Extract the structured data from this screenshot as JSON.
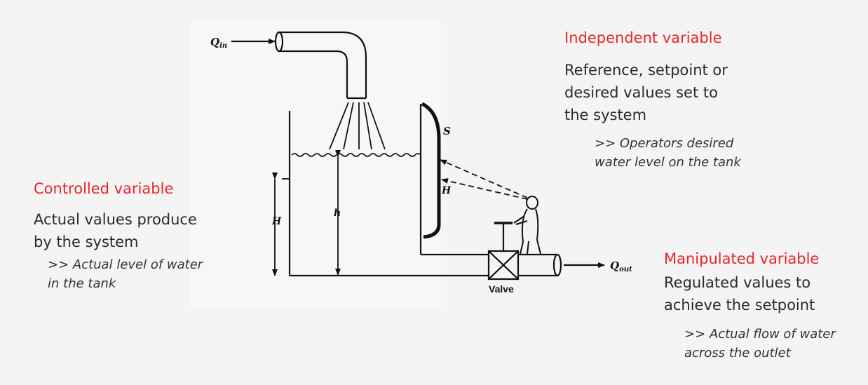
{
  "diagram": {
    "q_in_label": "Q",
    "q_in_sub": "in",
    "q_out_label": "Q",
    "q_out_sub": "out",
    "s_label": "S",
    "h_sight_label": "H",
    "H_left_label": "H",
    "h_inner_label": "h",
    "valve_label": "Valve"
  },
  "independent": {
    "heading": "Independent variable",
    "desc": [
      "Reference, setpoint or",
      "desired values set to",
      "the system"
    ],
    "note": [
      ">> Operators desired",
      "water level on the tank"
    ]
  },
  "controlled": {
    "heading": "Controlled variable",
    "desc": [
      "Actual values produce",
      "by the system"
    ],
    "note": [
      ">> Actual level of water",
      "in the tank"
    ]
  },
  "manipulated": {
    "heading": "Manipulated variable",
    "desc": [
      "Regulated values to",
      "achieve the setpoint"
    ],
    "note": [
      ">> Actual flow of water",
      "across the outlet"
    ]
  }
}
